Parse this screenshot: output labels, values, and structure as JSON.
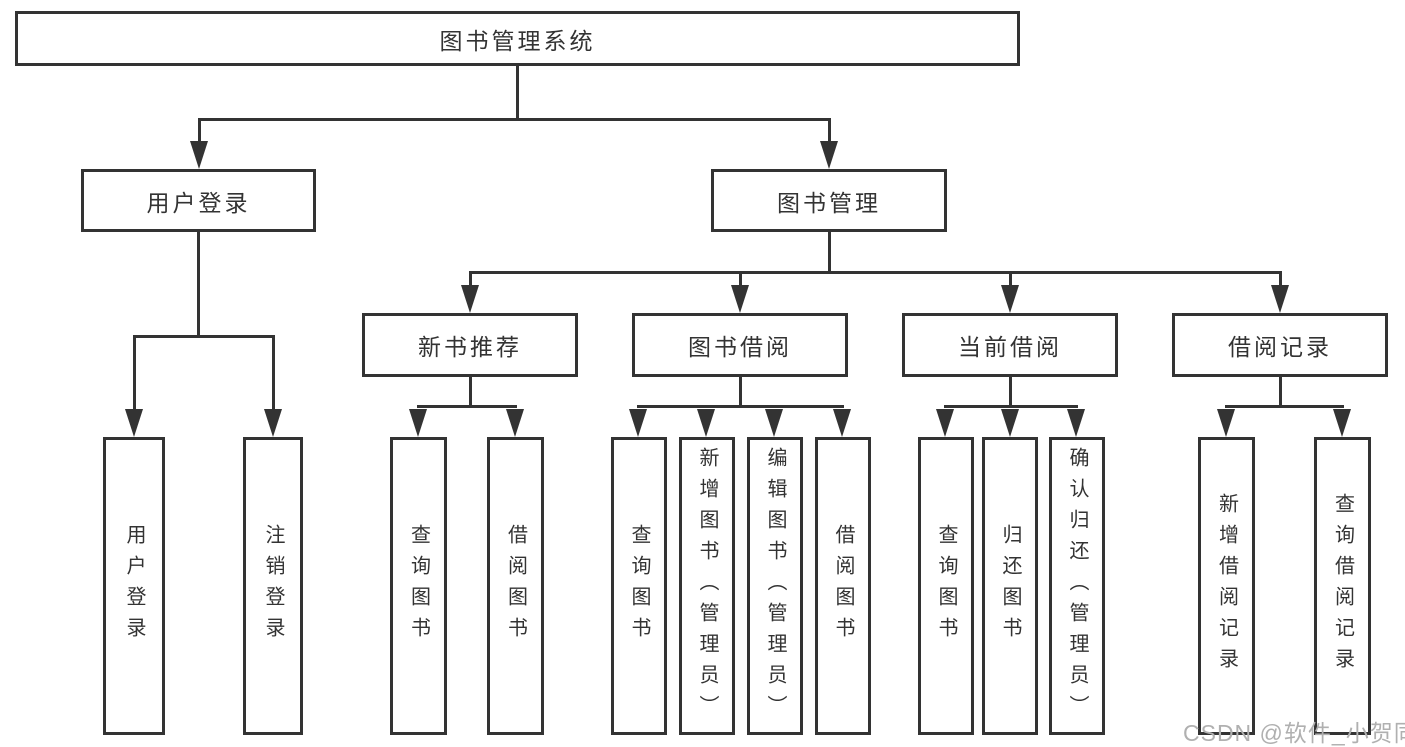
{
  "colors": {
    "line": "#333333",
    "text": "#333333",
    "watermark": "#b0b0b0",
    "background": "#ffffff"
  },
  "watermark": "CSDN @软件_小贺同学",
  "nodes": {
    "root": "图书管理系统",
    "user_login": "用户登录",
    "book_mgmt": "图书管理",
    "new_book_rec": "新书推荐",
    "book_borrow": "图书借阅",
    "current_borrow": "当前借阅",
    "borrow_record": "借阅记录",
    "leaf_user_login": "用户登录",
    "leaf_logout": "注销登录",
    "leaf_query_book_rec": "查询图书",
    "leaf_borrow_book_rec": "借阅图书",
    "leaf_query_book_borrow": "查询图书",
    "leaf_add_book_admin": "新增图书（管理员）",
    "leaf_edit_book_admin": "编辑图书（管理员）",
    "leaf_borrow_book_borrow": "借阅图书",
    "leaf_query_book_current": "查询图书",
    "leaf_return_book": "归还图书",
    "leaf_confirm_return_admin": "确认归还（管理员）",
    "leaf_add_borrow_record": "新增借阅记录",
    "leaf_query_borrow_record": "查询借阅记录"
  },
  "hierarchy": {
    "图书管理系统": {
      "用户登录": [
        "用户登录",
        "注销登录"
      ],
      "图书管理": {
        "新书推荐": [
          "查询图书",
          "借阅图书"
        ],
        "图书借阅": [
          "查询图书",
          "新增图书（管理员）",
          "编辑图书（管理员）",
          "借阅图书"
        ],
        "当前借阅": [
          "查询图书",
          "归还图书",
          "确认归还（管理员）"
        ],
        "借阅记录": [
          "新增借阅记录",
          "查询借阅记录"
        ]
      }
    }
  }
}
